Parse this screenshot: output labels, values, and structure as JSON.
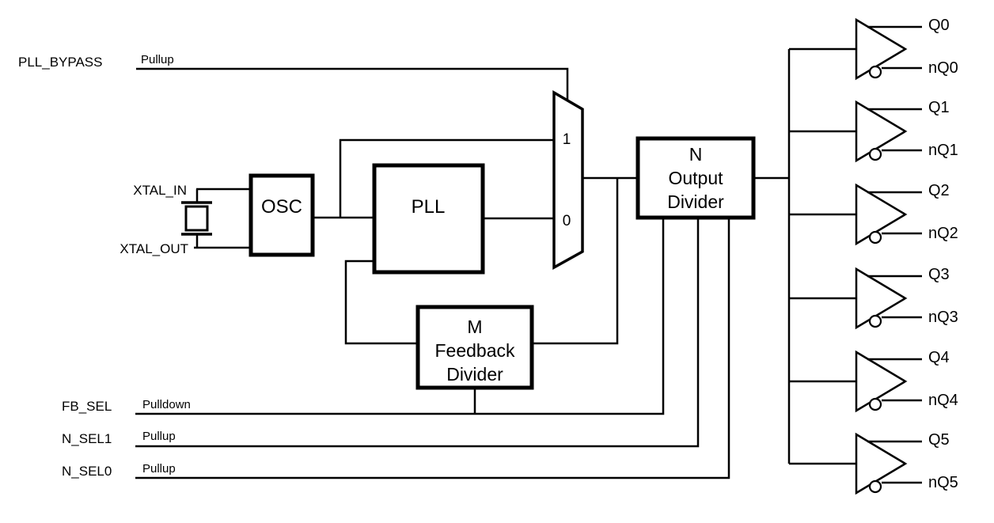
{
  "diagram": {
    "type": "block-diagram",
    "description": "PLL clock generator with bypass mux, M feedback divider, N output divider and six complementary output buffers",
    "colors": {
      "line": "#000000",
      "background": "#ffffff",
      "text": "#000000"
    },
    "signals": {
      "pll_bypass": {
        "name": "PLL_BYPASS",
        "resistor": "Pullup"
      },
      "xtal_in": {
        "name": "XTAL_IN"
      },
      "xtal_out": {
        "name": "XTAL_OUT"
      },
      "fb_sel": {
        "name": "FB_SEL",
        "resistor": "Pulldown"
      },
      "n_sel1": {
        "name": "N_SEL1",
        "resistor": "Pullup"
      },
      "n_sel0": {
        "name": "N_SEL0",
        "resistor": "Pullup"
      }
    },
    "blocks": {
      "osc": {
        "label": "OSC"
      },
      "pll": {
        "label": "PLL"
      },
      "mux": {
        "input_1": "1",
        "input_0": "0"
      },
      "n_output_divider": {
        "line1": "N",
        "line2": "Output",
        "line3": "Divider"
      },
      "m_feedback_divider": {
        "line1": "M",
        "line2": "Feedback",
        "line3": "Divider"
      }
    },
    "outputs": [
      {
        "q": "Q0",
        "nq": "nQ0"
      },
      {
        "q": "Q1",
        "nq": "nQ1"
      },
      {
        "q": "Q2",
        "nq": "nQ2"
      },
      {
        "q": "Q3",
        "nq": "nQ3"
      },
      {
        "q": "Q4",
        "nq": "nQ4"
      },
      {
        "q": "Q5",
        "nq": "nQ5"
      }
    ]
  }
}
